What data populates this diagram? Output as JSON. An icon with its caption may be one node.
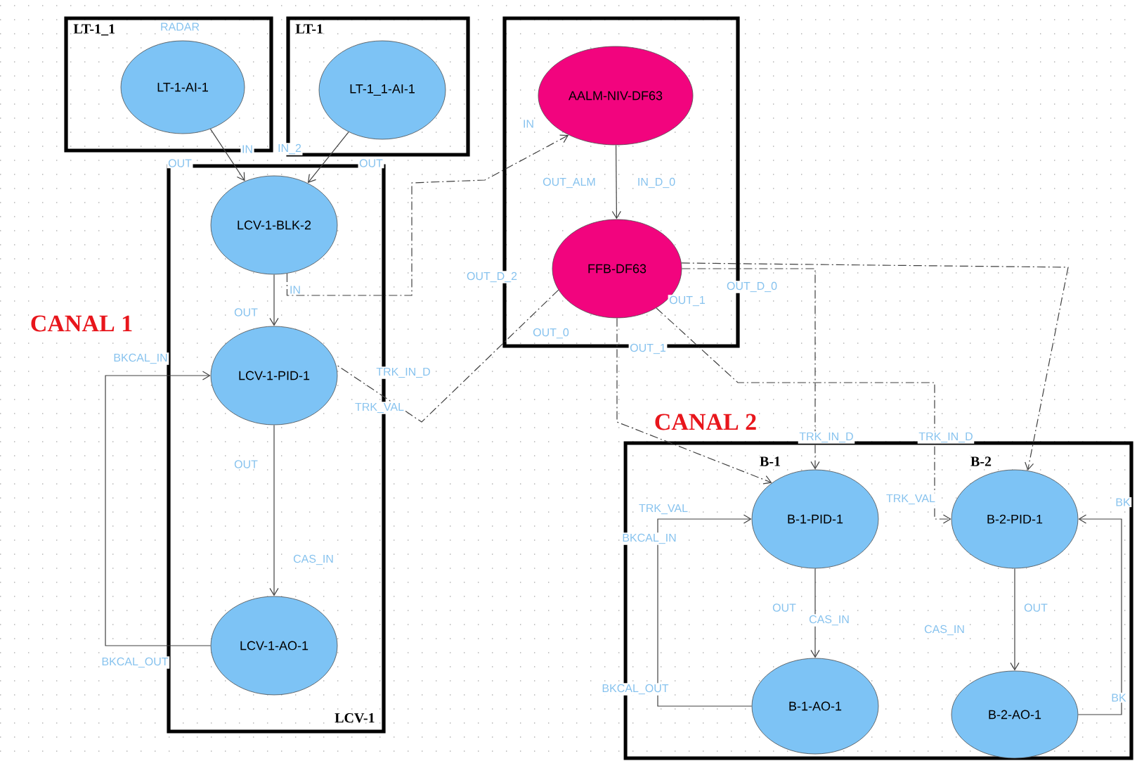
{
  "diagram": {
    "nodes": [
      {
        "text": [
          "LT-1_1",
          "RADAR"
        ]
      },
      {
        "text": [
          "LT-1-AI-1"
        ],
        "in": 0
      },
      {
        "text": [
          "LT-1"
        ]
      },
      {
        "text": [
          "LT-1_1-AI-1"
        ],
        "in": 2
      },
      {
        "text": [],
        "shape": "box"
      },
      {
        "text": [
          "AALM-NIV-DF63"
        ],
        "in": 4
      },
      {
        "text": [
          "FFB-DF63"
        ],
        "in": 4
      },
      {
        "text": [
          "LCV-1"
        ]
      },
      {
        "text": [
          "LCV-1-BLK-2"
        ],
        "in": 7
      },
      {
        "text": [
          "LCV-1-PID-1"
        ],
        "in": 7
      },
      {
        "text": [
          "LCV-1-AO-1"
        ],
        "in": 7
      },
      {
        "text": [],
        "shape": "box"
      },
      {
        "text": [
          "B-1-PID-1"
        ],
        "in": 11
      },
      {
        "text": [
          "B-1-AO-1"
        ],
        "in": 11
      },
      {
        "text": [
          "B-2-PID-1"
        ],
        "in": 11
      },
      {
        "text": [
          "B-2-AO-1"
        ],
        "in": 11
      }
    ],
    "edges": [
      {
        "from": 1,
        "to": 8,
        "arrow": "to"
      },
      {
        "from": 3,
        "to": 8,
        "arrow": "to"
      },
      {
        "from": 8,
        "to": 9,
        "arrow": "to"
      },
      {
        "from": 8,
        "to": 5,
        "arrow": "to",
        "style": "dashed"
      },
      {
        "from": 5,
        "to": 6,
        "arrow": "to"
      },
      {
        "from": 6,
        "to": 9,
        "arrow": "none",
        "style": "dashed"
      },
      {
        "from": 6,
        "to": 12,
        "arrow": "to",
        "style": "dashed"
      },
      {
        "from": 6,
        "to": 12,
        "arrow": "to",
        "style": "dashed"
      },
      {
        "from": 6,
        "to": 14,
        "arrow": "to",
        "style": "dashed"
      },
      {
        "from": 6,
        "to": 14,
        "arrow": "to",
        "style": "dashed"
      },
      {
        "from": 9,
        "to": 10,
        "arrow": "to"
      },
      {
        "from": 10,
        "to": 9,
        "arrow": "to"
      },
      {
        "from": 12,
        "to": 13,
        "arrow": "to"
      },
      {
        "from": 13,
        "to": 12,
        "arrow": "to"
      },
      {
        "from": 14,
        "to": 15,
        "arrow": "to"
      },
      {
        "from": 15,
        "to": 14,
        "arrow": "to"
      }
    ],
    "labels": [
      "OUT",
      "IN",
      "IN_2",
      "OUT",
      "IN",
      "OUT_ALM",
      "IN_D_0",
      "OUT_D_2",
      "IN",
      "OUT_D_0",
      "OUT_1",
      "OUT",
      "CANAL 1",
      "OUT_0",
      "OUT_1",
      "BKCAL_IN",
      "TRK_IN_D",
      "TRK_VAL",
      "CANAL 2",
      "TRK_IN_D",
      "TRK_IN_D",
      "B-1",
      "B-2",
      "TRK_VAL",
      "TRK_VAL",
      "BK",
      "BKCAL_IN",
      "OUT",
      "CAS_IN",
      "OUT",
      "CAS_IN",
      "OUT",
      "CAS_IN",
      "BKCAL_OUT",
      "BKCAL_OUT",
      "BK"
    ]
  }
}
